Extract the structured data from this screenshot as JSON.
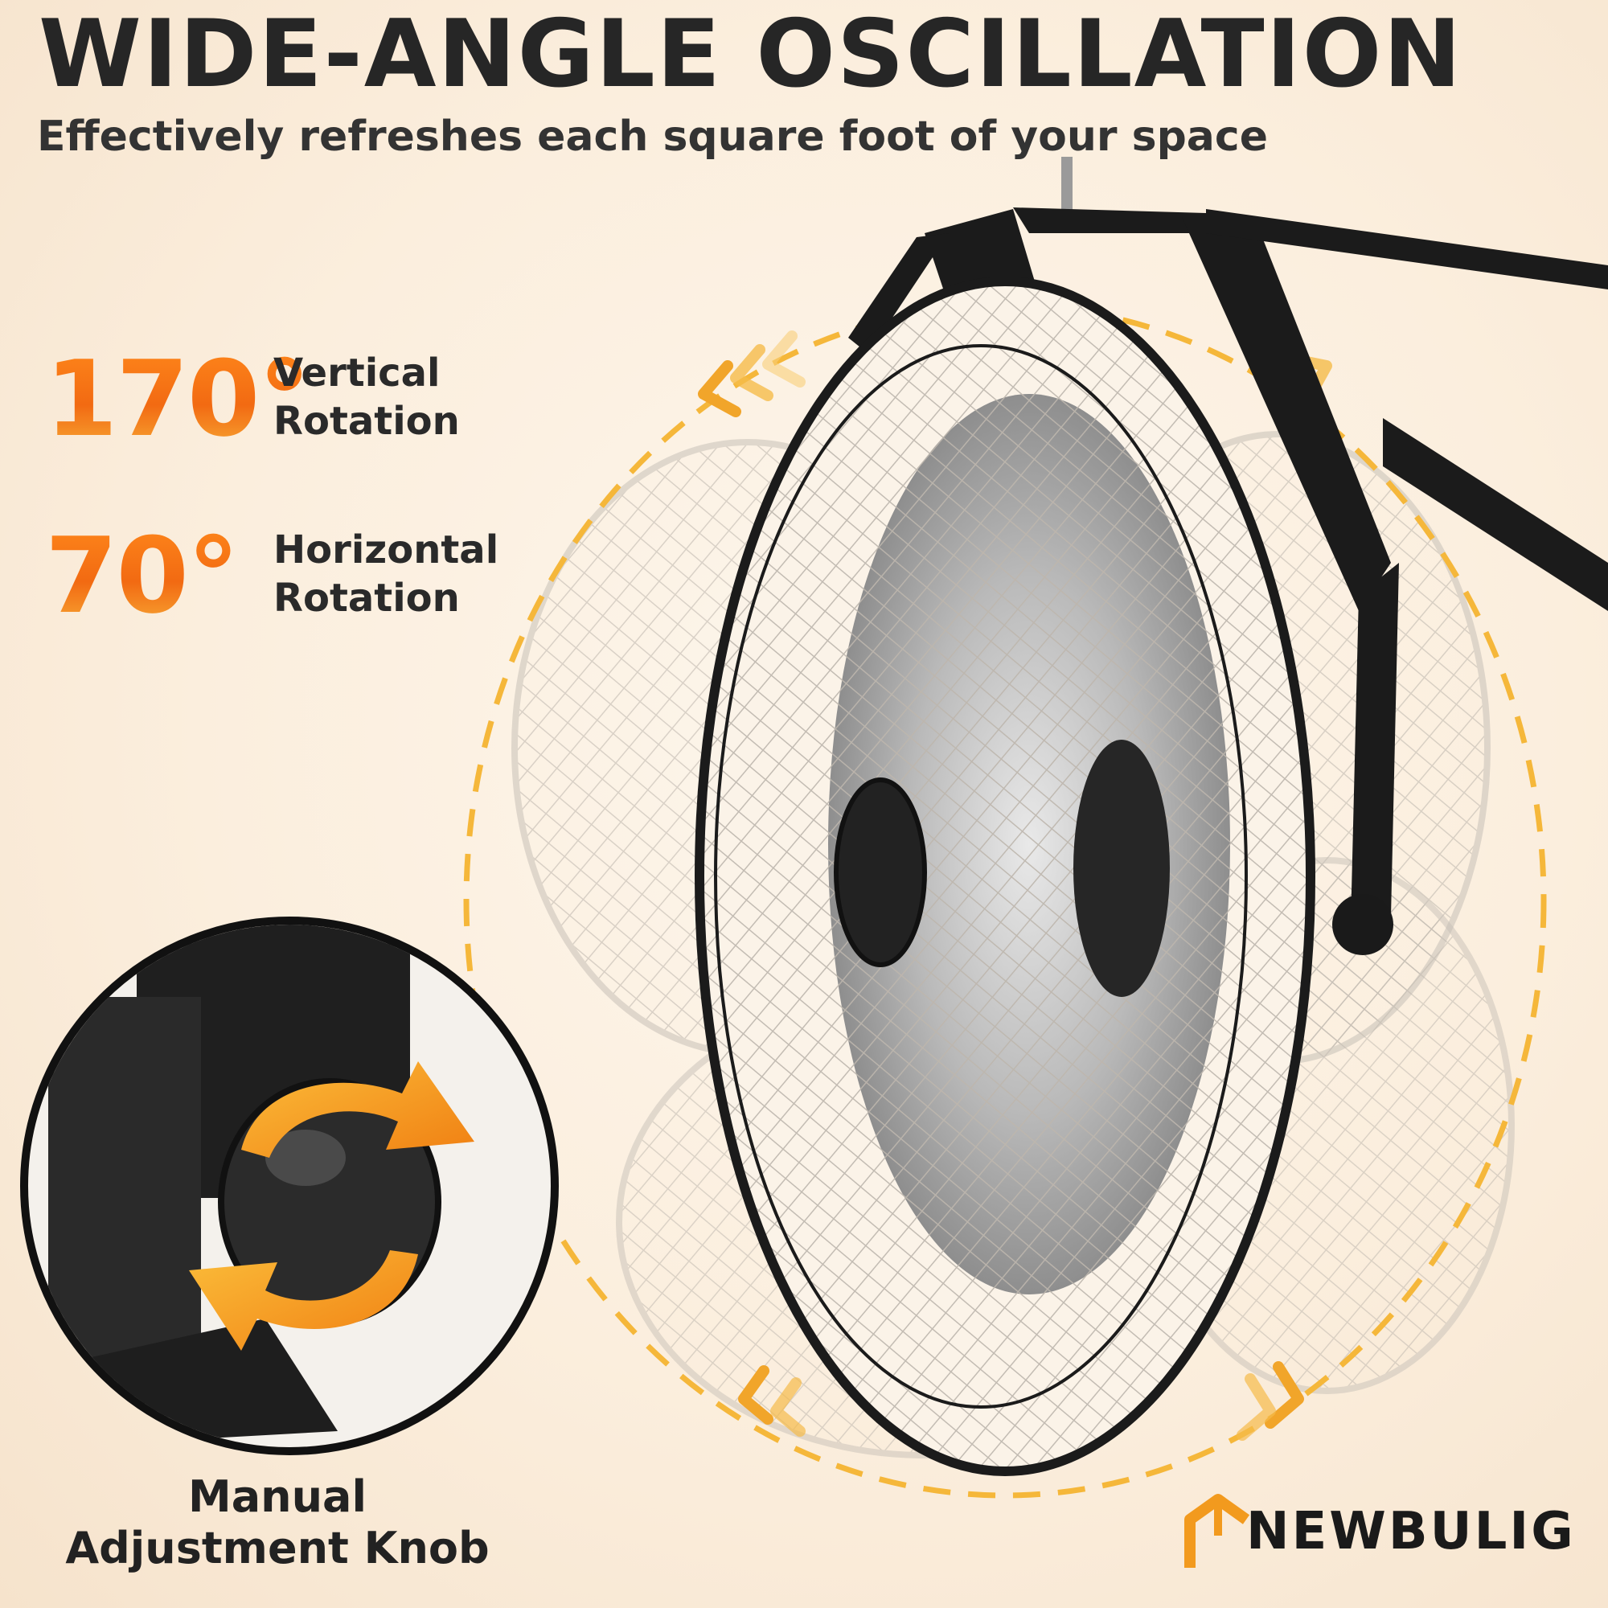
{
  "headline": "WIDE-ANGLE OSCILLATION",
  "subheadline": "Effectively refreshes each square foot of your space",
  "stats": [
    {
      "value": "170°",
      "label_line1": "Vertical",
      "label_line2": "Rotation"
    },
    {
      "value": "70°",
      "label_line1": "Horizontal",
      "label_line2": "Rotation"
    }
  ],
  "knob_caption": {
    "line1": "Manual",
    "line2": "Adjustment Knob"
  },
  "brand": "NEWBULIG",
  "colors": {
    "accent": "#f28c1c",
    "dashed_path": "#f5b73a",
    "text": "#222222",
    "fan_black": "#1b1b1b"
  },
  "icons": [
    "rotation-arrows-icon",
    "chevron-arrows-icon",
    "brand-logo-icon"
  ]
}
